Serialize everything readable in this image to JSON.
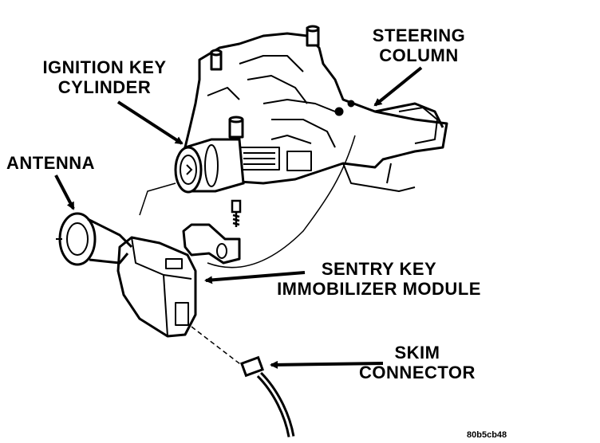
{
  "labels": {
    "steering_column": {
      "line1": "STEERING",
      "line2": "COLUMN"
    },
    "ignition_key_cylinder": {
      "line1": "IGNITION KEY",
      "line2": "CYLINDER"
    },
    "antenna": "ANTENNA",
    "sentry_key_module": {
      "line1": "SENTRY KEY",
      "line2": "IMMOBILIZER MODULE"
    },
    "skim_connector": {
      "line1": "SKIM",
      "line2": "CONNECTOR"
    }
  },
  "figure_code": "80b5cb48",
  "colors": {
    "ink": "#000000",
    "paper": "#ffffff"
  }
}
